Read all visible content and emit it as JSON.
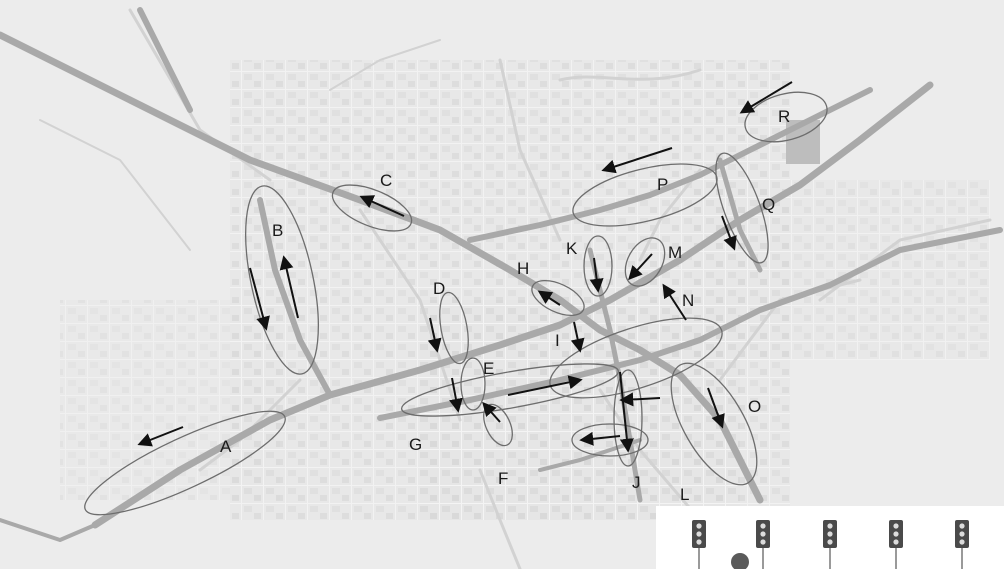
{
  "map": {
    "zones": [
      {
        "id": "A",
        "label": "A"
      },
      {
        "id": "B",
        "label": "B"
      },
      {
        "id": "C",
        "label": "C"
      },
      {
        "id": "D",
        "label": "D"
      },
      {
        "id": "E",
        "label": "E"
      },
      {
        "id": "F",
        "label": "F"
      },
      {
        "id": "G",
        "label": "G"
      },
      {
        "id": "H",
        "label": "H"
      },
      {
        "id": "I",
        "label": "I"
      },
      {
        "id": "J",
        "label": "J"
      },
      {
        "id": "K",
        "label": "K"
      },
      {
        "id": "L",
        "label": "L"
      },
      {
        "id": "M",
        "label": "M"
      },
      {
        "id": "N",
        "label": "N"
      },
      {
        "id": "O",
        "label": "O"
      },
      {
        "id": "P",
        "label": "P"
      },
      {
        "id": "Q",
        "label": "Q"
      },
      {
        "id": "R",
        "label": "R"
      }
    ],
    "traffic_lights_count": 5,
    "colors": {
      "background": "#e9e9e9",
      "road": "#a9a9a9",
      "ellipse": "#6d6d6d",
      "arrow": "#111111"
    }
  }
}
